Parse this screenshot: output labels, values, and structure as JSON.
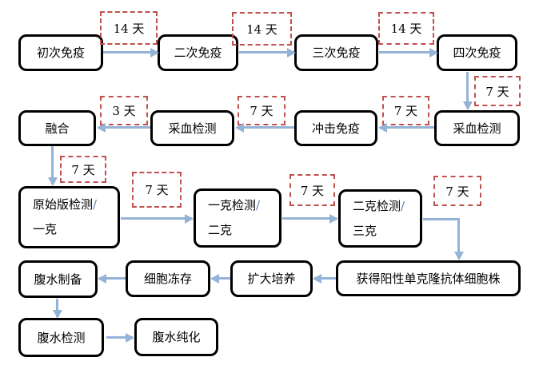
{
  "diagram": {
    "boxes": {
      "immune1": "初次免疫",
      "immune2": "二次免疫",
      "immune3": "三次免疫",
      "immune4": "四次免疫",
      "blood_test_right": "采血检测",
      "boost_immune": "冲击免疫",
      "blood_test_left": "采血检测",
      "fusion": "融合",
      "original_plate_test": {
        "line1": "原始版检测",
        "slash": "/",
        "line2": "一克"
      },
      "subclone1_test": {
        "line1": "一克检测",
        "slash": "/",
        "line2": "二克"
      },
      "subclone2_test": {
        "line1": "二克检测",
        "slash": "/",
        "line2": "三克"
      },
      "positive_clone": "获得阳性单克隆抗体细胞株",
      "expand_culture": "扩大培养",
      "cell_cryopreserve": "细胞冻存",
      "ascites_prep": "腹水制备",
      "ascites_test": "腹水检测",
      "ascites_purify": "腹水纯化"
    },
    "durations": {
      "d1": "14 天",
      "d2": "14 天",
      "d3": "14 天",
      "d4": "7 天",
      "d5": "3 天",
      "d6": "7 天",
      "d7": "7 天",
      "d8": "7 天",
      "d9": "7 天",
      "d10": "7 天",
      "d11": "7 天"
    },
    "colors": {
      "arrow": "#95b3d7",
      "dashed_border": "#c0504d",
      "box_border": "#000000",
      "slash": "#4f81bd",
      "background": "#ffffff"
    },
    "edges": [
      {
        "from": "初次免疫",
        "to": "二次免疫",
        "duration": "14 天"
      },
      {
        "from": "二次免疫",
        "to": "三次免疫",
        "duration": "14 天"
      },
      {
        "from": "三次免疫",
        "to": "四次免疫",
        "duration": "14 天"
      },
      {
        "from": "四次免疫",
        "to": "采血检测",
        "duration": "7 天"
      },
      {
        "from": "采血检测",
        "to": "冲击免疫",
        "duration": "7 天"
      },
      {
        "from": "冲击免疫",
        "to": "采血检测",
        "duration": "7 天"
      },
      {
        "from": "采血检测",
        "to": "融合",
        "duration": "3 天"
      },
      {
        "from": "融合",
        "to": "原始版检测/一克",
        "duration": "7 天"
      },
      {
        "from": "原始版检测/一克",
        "to": "一克检测/二克",
        "duration": "7 天"
      },
      {
        "from": "一克检测/二克",
        "to": "二克检测/三克",
        "duration": "7 天"
      },
      {
        "from": "二克检测/三克",
        "to": "获得阳性单克隆抗体细胞株",
        "duration": "7 天"
      },
      {
        "from": "获得阳性单克隆抗体细胞株",
        "to": "扩大培养"
      },
      {
        "from": "扩大培养",
        "to": "细胞冻存"
      },
      {
        "from": "细胞冻存",
        "to": "腹水制备"
      },
      {
        "from": "腹水制备",
        "to": "腹水检测"
      },
      {
        "from": "腹水检测",
        "to": "腹水纯化"
      }
    ]
  }
}
